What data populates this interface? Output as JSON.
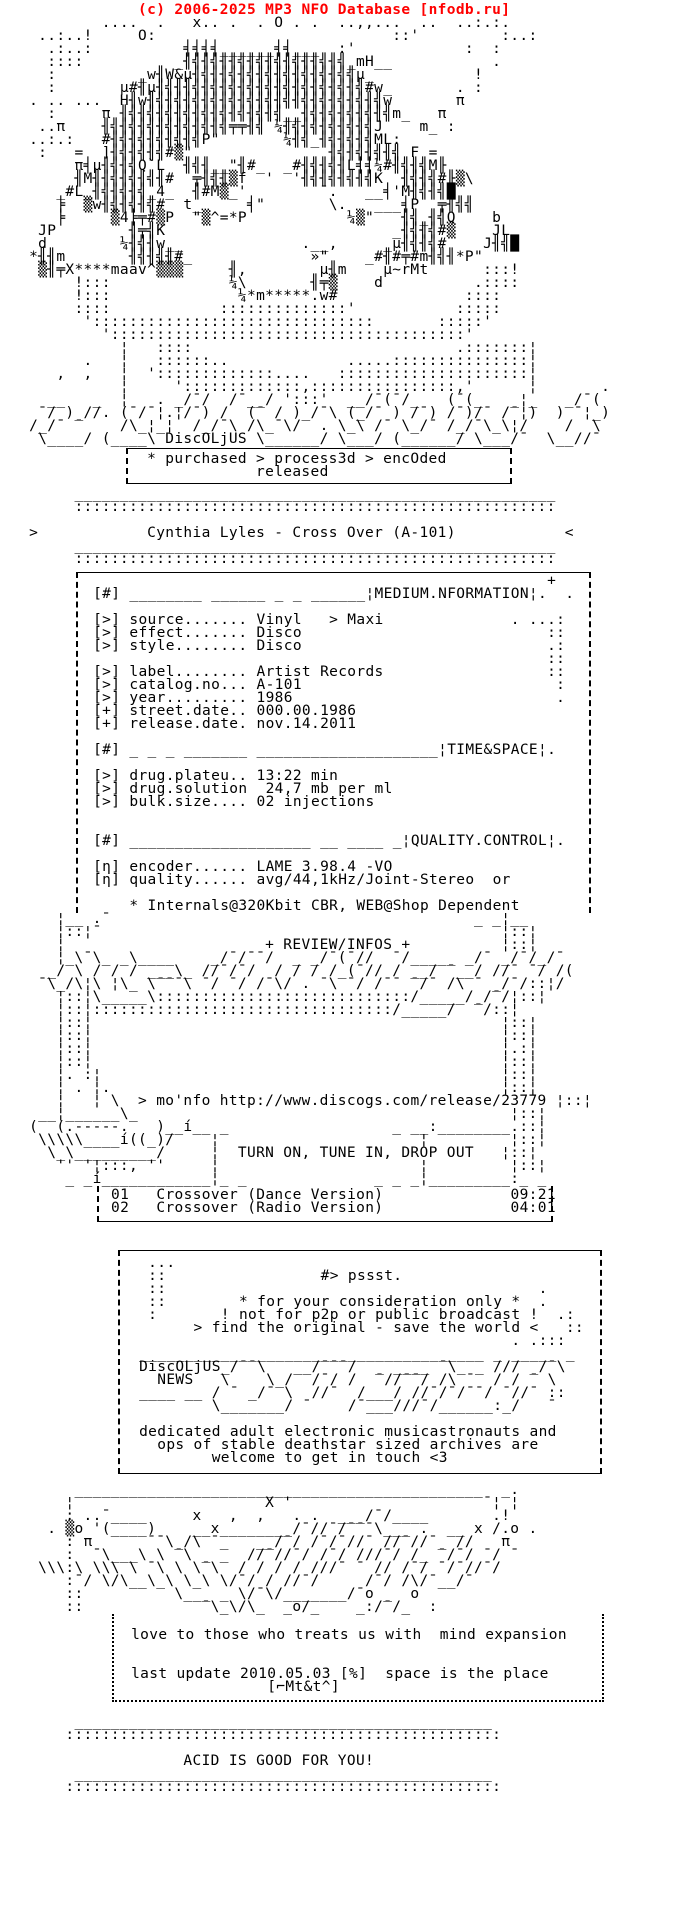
{
  "header": {
    "copyright_line": "             (c) 2006-2025 MP3 NFO Database [nfodb.ru]",
    "site": "nfodb.ru"
  },
  "release": {
    "group": "DiscOLjUS",
    "title_line": " >            Cynthia Lyles - Cross Over (A-101)            <",
    "artist": "Cynthia Lyles",
    "album": "Cross Over",
    "catalog": "A-101",
    "medium_info": {
      "source": "Vinyl   > Maxi",
      "effect": "Disco",
      "style": "Disco",
      "label": "Artist Records",
      "catalog_no": "A-101",
      "year": "1986",
      "street_date": "000.00.1986",
      "release_date": "nov.14.2011"
    },
    "time_space": {
      "drug_plateu": "13:22 min",
      "drug_solution": "24,7 mb per ml",
      "bulk_size": "02 injections"
    },
    "quality_control": {
      "encoder": "LAME 3.98.4 -VO",
      "quality": "avg/44,1kHz/Joint-Stereo  or",
      "note": "* Internals@320Kbit CBR, WEB@Shop Dependent"
    },
    "tracks": [
      {
        "no": "01",
        "title": "Crossover (Dance Version)",
        "time": "09:21"
      },
      {
        "no": "02",
        "title": "Crossover (Radio Version)",
        "time": "04:01"
      }
    ]
  },
  "links": {
    "discogs_url": "http://www.discogs.com/release/23779"
  },
  "sections": {
    "face_art": [
      "         ....  .   x.. .  . O . .  ..,,...  ..  ..:.:.",
      "  ..:..!     O:                          ::'         :..:",
      "   .:..:          ╡╡╡╡______╡╡___  :'            :  :",
      "   ::::          _╢╣╢╣╢╢╣╢╣╢╣╢╣╢╢╣╢╣_mH__           .",
      "   :         _w╢W&µ╢╣╢╢╣╢╣╢╣╢╣╢╣╢╣╢╣╣µ_           !",
      "   :       µ#╢µ╢╣╢╢╣╢╣╢╣╢╣╢╣╢╣╢╣╢╣╢╣╢╣#w_       . :",
      " . .. ...  H╢w╢╣╢╣╢╣╢╣╢╣╢╣╢╣╢╣╢╣╢╣╢╣╢╣╢╣w       π",
      "   :     π ╢╣╢╣╢╣╢╣╢╣╢╣╢╣╢╣╢╣__╢╣╢╣╢╣╢╣╢╣m_   π",
      "  ..π    ╢╣╢╣╢╣╢╣╢╣╢╣╢╣╤╤╢╣ ¼╢╣╢╣╢╣╢╣╢╣J    m_ :",
      " ..:.:   #╢╣╢╣╢╣╢╣╢╣P\"       ¼╢╣_╢╣╢╣╢╣ML:",
      "  :   =  ]╢╣╢╣╢╣#▒\"               ╢╣╢╣╢╣╢╣ F =",
      "      π╡µ╢╣╢╣Q`L  ╢╣╢__\"╢#_  _#╢╣╢╣╢L╡╡¼#╢╣╢╣M╟",
      "      ╢M╢╢╣╢╣╢╣╢#  ╤╢╣╢▒f  '  '╢╣╢╣╢╣╢╣K  ╢╣╢╣#╟▒\\",
      "    _#L_╢╣╢╣╢╣_4_  ╢#M▒_'        ¯.   __╡'M╢╣╢╣█",
      "    ╞  ▒w╢╣╢╣╢╣#  t_     ╡\"       \\.   ___╡P  ╤╢╣╣",
      "    ╞     ▒4╞╤#▒P  \"▒^=*P           ¼▒\"   ╢╣_╢╣Q    b",
      "  JP        ╢╤╣K                         _╢╣╢╣#▒    JL",
      "  d        ¼╢╣╢w__             .__,     _µ╢╣╢╣#    J╢╣█",
      " *╢╢m       ╢╣╢╣╢#_             »\"    _#╢#╤#m╢╣╢*P\"",
      "  ▒╢╤X****maav^▒▒▒     ╢,        µ╢m    µ~rMt      :::!",
      "      !:::             ¼\\       ╢╤▒    d          .::::",
      "      !:::              ¼*m*****.w#              ::::",
      "      ::::            ::::::::::::::'           :::::",
      "       ':::::::::::::::::::::::::::::::       :::::'",
      "         ':::::::::::::::::::::::::::::::::::::::'"
    ],
    "wave_band": [
      "           ¦   ::::                             .:::::::¦",
      "       .   ¦   ::::::..             .....:::::::::::::::¦",
      "    ,  ,   ¦  ':::::::::::::....   :::::::::::::::::::::¦",
      "           ¦     ':::::::::::::,::::::::::::::::,'      ¦       .",
      "   __   _  ¦   . _/¯/  /¯__/ ':::'  __/¯(¯/_   (¯(_   _¦_   _/¯(",
      "  ¯/ )_//. (¯/¯¦.¦/¯) /  (¯ / )_/¯\\ (_/¯ ) /¯) /¯)/¯ /¯¦)  ) ¯¦_)",
      " /_/¯ ¯    /\\_¦_¦  /_/¯\\ /\\_¯\\/  . \\_\\ /¯ \\_/¯ /_/¯\\_\\¦/    /  \\",
      "  \\____/ (____\\ DiscOLjUS \\______/ \\___/ (______/ \\___/¯  \\__//¯"
    ],
    "purchased_box": [
      " * purchased > process3d > encOded",
      "             released"
    ],
    "title_block": [
      "      _____________________________________________________",
      "      :::::::::::::::::::::::::::::::::::::::::::::::::::::",
      "",
      " >            Cynthia Lyles - Cross Over (A-101)            <",
      "      _____________________________________________________",
      "      :::::::::::::::::::::::::::::::::::::::::::::::::::::"
    ],
    "info_box": [
      "                                                   +",
      " [#] ________ ______ _ _ ______¦MEDIUM.NFORMATION¦.  .",
      "",
      " [>] source....... Vinyl   > Maxi              . ...:",
      " [>] effect....... Disco                           ::",
      " [>] style........ Disco                           .:",
      "                                                   ::",
      " [>] label........ Artist Records                  ::",
      " [>] catalog.no... A-101                            :",
      " [>] year......... 1986                             .",
      " [+] street.date.. 000.00.1986",
      " [+] release.date. nov.14.2011",
      "",
      " [#] _ _ _ _______ ____________________¦TIME&SPACE¦.",
      "",
      " [>] drug.plateu.. 13:22 min",
      " [>] drug.solution  24,7 mb per ml",
      " [>] bulk.size.... 02 injections",
      "",
      "",
      " [#] ____________________ __ ____ _¦QUALITY.CONTROL¦.",
      "",
      " [η] encoder...... LAME 3.98.4 -VO",
      " [η] quality...... avg/44,1kHz/Joint-Stereo  or",
      "",
      "     * Internals@320Kbit CBR, WEB@Shop Dependent"
    ],
    "review_transition": [
      "    ¦__ .¯                                        _ _¦__",
      "    ¦::¦¯                                            ¦::¦",
      "    ¦                      + REVIEW/INFOS +          ¦::¦"
    ],
    "art_frame_top": [
      "    ¦_\\¯\\_ _\\____    _/¯/¯¯/  _ _/¯(¯//  ¯/_____ _/¯ _/¯/_/¯",
      "   _/ \\ / / / ___\\_ //¯/¯/  / / / /_(¯// / __/ ¯__/ //¯ ¯/ /(",
      "  ¯\\_/\\¦\\ ¦\\_ \\¯¯¯\\ ¯/ ¯/ /¯\\/ . ¯\\ ¯/ /¯¯ ¯/¯ /\\ ¯ _/¯/::¦/",
      "    ¦::¦\\_____\\::::::::::::::::::::::::::::/_____/_/¯/¦::¦",
      "    ¦::¦:::::::::::::::::::::::::::::::::/_____/  ¯/::¦"
    ],
    "frame_middle": [
      "    ¦::¦                                             ¦::¦",
      "    ¦::¦                                             ¦::¦",
      "    ¦::¦                                             ¦.:¦",
      "    ¦::¦                                             ¦::¦",
      "    ¦. :¦                                            ¦::¦",
      "    ¦ . ¦.                                           ¦::¦"
    ],
    "monfo_cup": [
      "    ¦   ¦ \\  > mo'nfo http://www.discogs.com/release/23779 ¦::¦",
      "  __¦______\\_                                         ¦::¦",
      " (  (.-----.   )__í__ _                  _ __:________.::¦",
      "  \\\\\\\\\\____í((_)/    ¦                      ¦         ¦::¦",
      "   \\_\\_________/     ¦  TURN ON, TUNE IN, DROP OUT   ¦::¦",
      "    '' '¦:::, ''     ¦                      ¦         ¦::¦",
      "     _ _í____________¦_ _              _ _ _¦_________:_ _"
    ],
    "tracks_box": [
      "01   Crossover (Dance Version)              09:21",
      "02   Crossover (Radio Version)              04:01"
    ],
    "psssst_box": [
      "  ...",
      "  ::                 #> pssst.",
      "  ::                                         .",
      "  ::        * for your consideration only *  .",
      "  :       ! not for p2p or public broadcast !  .:",
      "       > find the original - save the world <   ::",
      "                                          . .:::",
      " ______________________________________ _ _____ _",
      " DiscOLjUS_/¯¯\\   __/¯¯¯/  _ ____ ¯\\_ _ /// _/¯\\",
      "   NEWS   \\    \\_/  /¯/ /  ¯//¯¯/ /\\ ¯  / / ¯ \\",
      " ____ __ / ¯ _/¯ \\  //¯  /___/ //¯/¯/¯¯/ ¯//¯ ::",
      "         \\_______/ ¯    /¯___///¯/______:_/   ¯",
      "",
      " dedicated adult electronic musicastronauts and",
      "   ops of stable deathstar sized archives are",
      "         welcome to get in touch <3",
      ""
    ],
    "bottom_art": [
      "      _____________________________________________  _.",
      "     ¦                     X '                     ¯¦ ¦",
      "     : ..¯____     x   ,  ,   . .  ___/¯/____       .!",
      "   . ▒o '(____)    __x________/¯//¯/¯¯¯\\___ .  __ x /.o .",
      "     : π      ¯¯\\_/\\ ¯_   __/¯/ /¯/¯//¯ //¯//¯_ //   π",
      "     :  ¯\\___\\ \\ ¯\\ _ _  //¯//¯/ /¯/ ///¯/ /_ ¯/¯/ ¯/ ¯",
      "  \\\\\\:\\ \\\\\\ \\ ¯\\ \\ \\¯\\  / / / / ///¯ ¯ // /¯/ ¯/¯//¯/",
      "     :¯/ \\/\\__\\_\\ \\_\\ \\/¯/ / //¯/     /¯/ /\\/¯__/¯",
      "     ::          \\___ _ \\/¯\\/_______/¯o _  o",
      "     ::             ¯\\_\\/\\_  _o/_    _:/¯/_  :"
    ],
    "dotted_box": [
      "",
      " love to those who treats us with  mind expansion",
      "",
      "",
      " last update 2010.05.03 [%]  space is the place",
      "                [⌐Mt&t^]"
    ],
    "footer_block": [
      "      ______________________________________________",
      "     ::::::::::::::::::::::::::::::::::::::::::::::::",
      "",
      "                  ACID IS GOOD FOR YOU!",
      "      ______________________________________________",
      "     ::::::::::::::::::::::::::::::::::::::::::::::::"
    ]
  },
  "footer": {
    "slogan": "ACID IS GOOD FOR YOU!",
    "last_update": "2010.05.03",
    "tagline": "space is the place",
    "love_line": "love to those who treats us with  mind expansion"
  }
}
